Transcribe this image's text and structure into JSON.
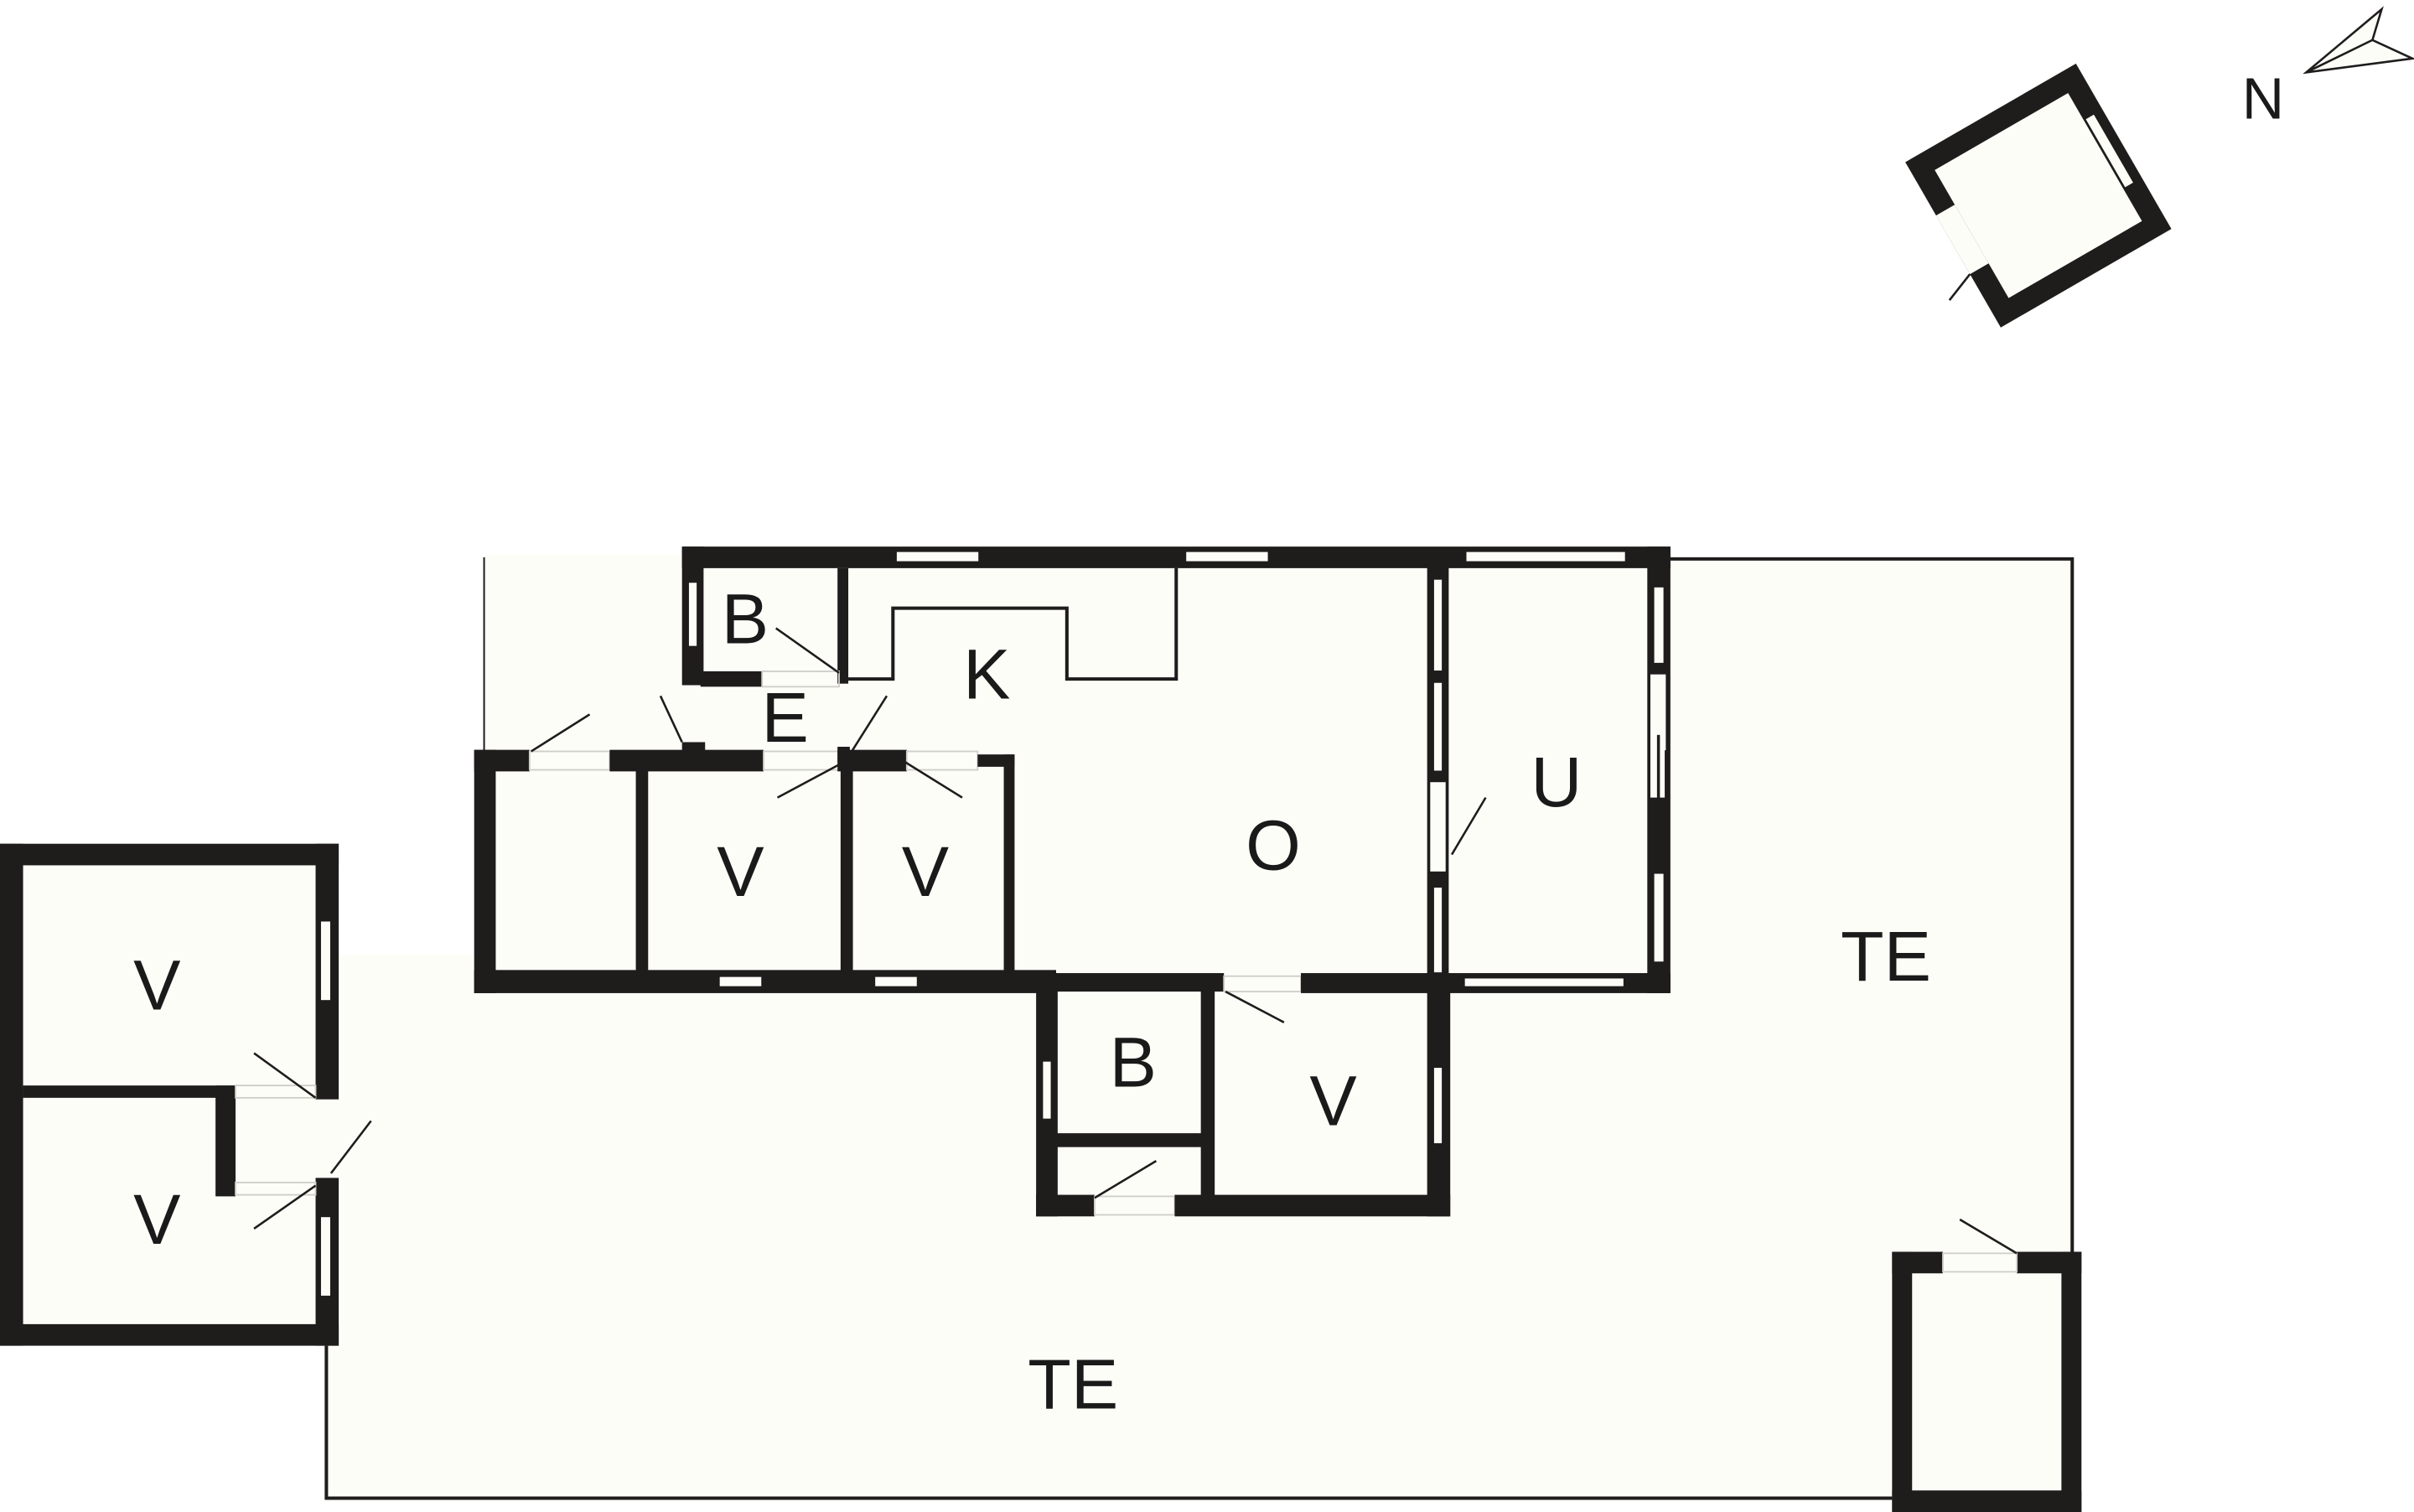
{
  "floor_plan": {
    "colors": {
      "wall": "#1f1c1c",
      "floor": "#fdfdf8",
      "background": "#ffffff"
    },
    "compass": {
      "label": "N"
    },
    "rooms": [
      {
        "id": "bath-top",
        "label": "B"
      },
      {
        "id": "entrance",
        "label": "E"
      },
      {
        "id": "kitchen",
        "label": "K"
      },
      {
        "id": "bedroom-1",
        "label": "V"
      },
      {
        "id": "bedroom-2",
        "label": "V"
      },
      {
        "id": "living-room",
        "label": "O"
      },
      {
        "id": "utility-room",
        "label": "U"
      },
      {
        "id": "bath-bottom",
        "label": "B"
      },
      {
        "id": "bedroom-3",
        "label": "V"
      },
      {
        "id": "annex-bedroom-1",
        "label": "V"
      },
      {
        "id": "annex-bedroom-2",
        "label": "V"
      },
      {
        "id": "terrace-east",
        "label": "TE"
      },
      {
        "id": "terrace-south",
        "label": "TE"
      }
    ]
  }
}
